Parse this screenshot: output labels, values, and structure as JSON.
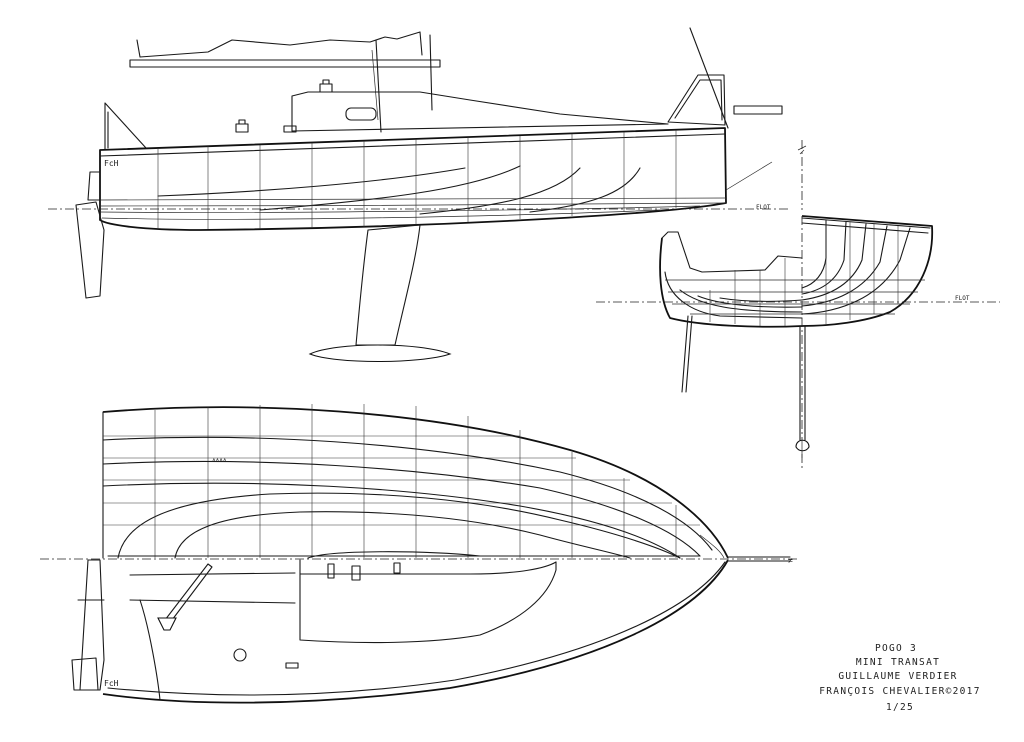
{
  "title_block": {
    "line1": "POGO 3",
    "line2": "MINI TRANSAT",
    "line3": "GUILLAUME VERDIER",
    "line4": "FRANÇOIS CHEVALIER©2017",
    "line5": "1/25"
  },
  "marks": {
    "waterline_side": "FLOT",
    "waterline_body": "FLOT",
    "initials_side": "FcH",
    "initials_plan": "FcH",
    "centerline_end": "≠"
  }
}
